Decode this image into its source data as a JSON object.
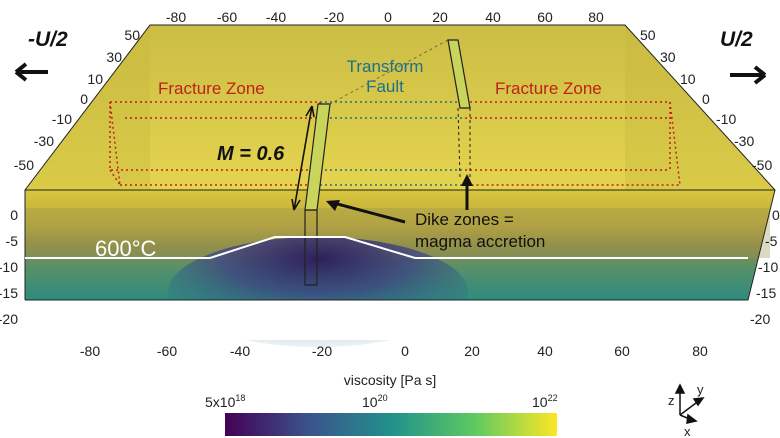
{
  "velocity": {
    "left": "-U/2",
    "right": "U/2"
  },
  "labels": {
    "fracture_left": "Fracture Zone",
    "fracture_right": "Fracture Zone",
    "transform_line1": "Transform",
    "transform_line2": "Fault",
    "m_value": "M = 0.6",
    "dike_line1": "Dike zones =",
    "dike_line2": "magma accretion",
    "isotherm": "600°C"
  },
  "top_ticks": [
    "-80",
    "-60",
    "-40",
    "-20",
    "0",
    "20",
    "40",
    "60",
    "80"
  ],
  "left_y_ticks": [
    "50",
    "30",
    "10",
    "0",
    "-10",
    "-30",
    "-50"
  ],
  "right_y_ticks": [
    "50",
    "30",
    "10",
    "0",
    "-10",
    "-30",
    "-50"
  ],
  "left_z_ticks": [
    "0",
    "-5",
    "-10",
    "-15",
    "-20"
  ],
  "right_z_ticks": [
    "0",
    "-5",
    "-10",
    "-15",
    "-20"
  ],
  "bottom_ticks": [
    "-80",
    "-60",
    "-40",
    "-20",
    "0",
    "20",
    "40",
    "60",
    "80"
  ],
  "colorbar": {
    "title": "viscosity [Pa s]",
    "min_label": "5x10",
    "min_exp": "18",
    "mid_label": "10",
    "mid_exp": "20",
    "max_label": "10",
    "max_exp": "22",
    "colors": [
      "#440154",
      "#3b528b",
      "#21918c",
      "#5ec962",
      "#fde725"
    ]
  },
  "axes_triad": {
    "z": "z",
    "y": "y",
    "x": "x"
  },
  "colors": {
    "lithosphere": "#d8c83a",
    "fracture_zone": "#c0201b",
    "transform_fault": "#1f6f8c",
    "isotherm": "#ffffff"
  }
}
